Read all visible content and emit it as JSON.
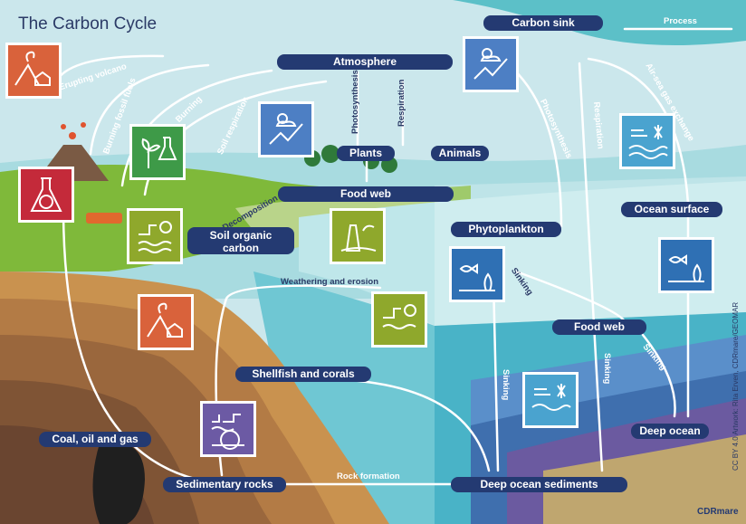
{
  "title": "The Carbon Cycle",
  "nodes": {
    "carbon_sink": "Carbon sink",
    "atmosphere": "Atmosphere",
    "plants": "Plants",
    "animals": "Animals",
    "food_web_land": "Food web",
    "soil_organic_carbon": "Soil organic carbon",
    "phytoplankton": "Phytoplankton",
    "ocean_surface": "Ocean surface",
    "food_web_ocean": "Food web",
    "shellfish_corals": "Shellfish and corals",
    "coal_oil_gas": "Coal, oil and gas",
    "sedimentary_rocks": "Sedimentary rocks",
    "deep_ocean_sediments": "Deep ocean sediments",
    "deep_ocean": "Deep ocean"
  },
  "legend": {
    "process": "Process"
  },
  "processes": {
    "erupting_volcano": "Erupting volcano",
    "burning_fossil_fuels": "Burning fossil fuels",
    "burning": "Burning",
    "soil_respiration": "Soil respiration",
    "photosynthesis_land": "Photosynthesis",
    "respiration_land": "Respiration",
    "decomposition": "Decomposition",
    "weathering_erosion": "Weathering and erosion",
    "photosynthesis_ocean": "Photosynthesis",
    "respiration_ocean": "Respiration",
    "air_sea_exchange": "Air-sea gas exchange",
    "sinking_1": "Sinking",
    "sinking_2": "Sinking",
    "sinking_3": "Sinking",
    "sinking_4": "Sinking",
    "rock_formation": "Rock formation"
  },
  "credit": "CC BY 4.0  Artwork: Rita Erven, CDRmare/GEOMAR",
  "brand": "CDRmare",
  "colors": {
    "navy": "#243a72",
    "orange": "#d9623b",
    "red": "#c42a3a",
    "green": "#3e9a48",
    "olive": "#8fa82c",
    "blue": "#4d7fc4",
    "purple": "#6c5aa4",
    "light_blue": "#4aa3cf",
    "sea_blue": "#2f70b4"
  }
}
